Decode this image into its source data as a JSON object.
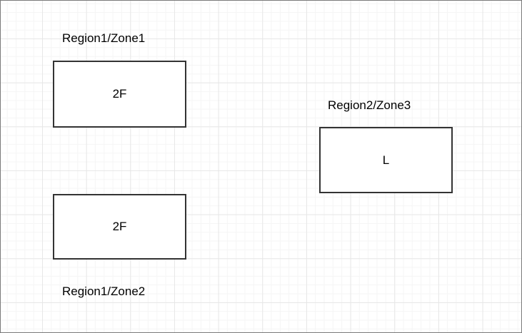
{
  "canvas": {
    "background_color": "#ffffff",
    "grid_minor_color": "#f5f5f5",
    "grid_major_color": "#e7e7e7",
    "frame_border_color": "#7a7a7a",
    "shape_border_color": "#333333",
    "text_color": "#000000"
  },
  "shapes": [
    {
      "id": "region1-zone1-box",
      "text": "2F"
    },
    {
      "id": "region1-zone2-box",
      "text": "2F"
    },
    {
      "id": "region2-zone3-box",
      "text": "L"
    }
  ],
  "labels": [
    {
      "id": "region1-zone1-label",
      "text": "Region1/Zone1"
    },
    {
      "id": "region1-zone2-label",
      "text": "Region1/Zone2"
    },
    {
      "id": "region2-zone3-label",
      "text": "Region2/Zone3"
    }
  ]
}
